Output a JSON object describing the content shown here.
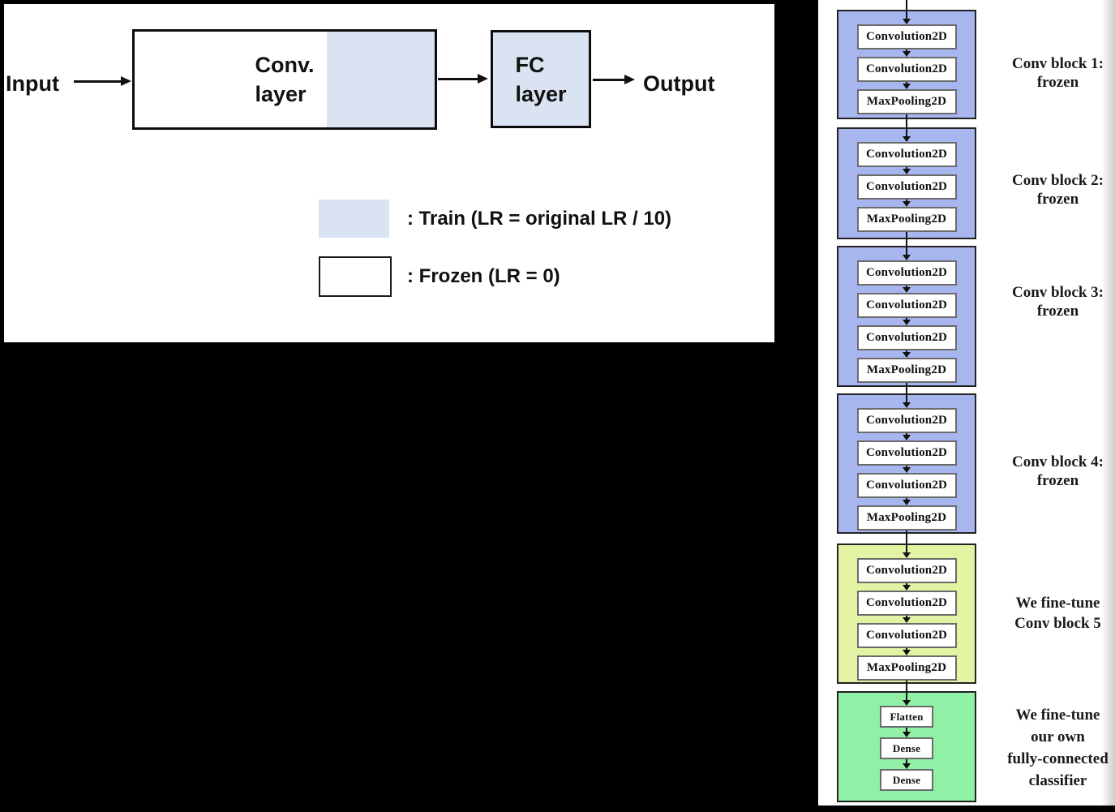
{
  "left_panel": {
    "input_label": "Input",
    "output_label": "Output",
    "conv_box": {
      "line1": "Conv.",
      "line2": "layer"
    },
    "fc_box": {
      "line1": "FC",
      "line2": "layer"
    },
    "legend": {
      "train": {
        "label": ": Train (LR = original LR / 10)",
        "color": "#dae3f1"
      },
      "frozen": {
        "label": ": Frozen (LR = 0)",
        "color": "#ffffff"
      }
    }
  },
  "right_panel": {
    "blocks": [
      {
        "id": "conv-block-1",
        "color": "#a8b6f0",
        "layers": [
          "Convolution2D",
          "Convolution2D",
          "MaxPooling2D"
        ],
        "label_lines": [
          "Conv block 1:",
          "frozen"
        ]
      },
      {
        "id": "conv-block-2",
        "color": "#a8b6f0",
        "layers": [
          "Convolution2D",
          "Convolution2D",
          "MaxPooling2D"
        ],
        "label_lines": [
          "Conv block 2:",
          "frozen"
        ]
      },
      {
        "id": "conv-block-3",
        "color": "#a8b6f0",
        "layers": [
          "Convolution2D",
          "Convolution2D",
          "Convolution2D",
          "MaxPooling2D"
        ],
        "label_lines": [
          "Conv block 3:",
          "frozen"
        ]
      },
      {
        "id": "conv-block-4",
        "color": "#a8b6f0",
        "layers": [
          "Convolution2D",
          "Convolution2D",
          "Convolution2D",
          "MaxPooling2D"
        ],
        "label_lines": [
          "Conv block 4:",
          "frozen"
        ]
      },
      {
        "id": "conv-block-5",
        "color": "#e2f3a3",
        "layers": [
          "Convolution2D",
          "Convolution2D",
          "Convolution2D",
          "MaxPooling2D"
        ],
        "label_lines": [
          "We fine-tune",
          "Conv block 5"
        ]
      },
      {
        "id": "classifier-block",
        "color": "#90f0a5",
        "layers": [
          "Flatten",
          "Dense",
          "Dense"
        ],
        "label_lines": [
          "We fine-tune",
          "our own",
          "fully-connected",
          "classifier"
        ]
      }
    ]
  },
  "colors": {
    "background": "#000000",
    "panel": "#ffffff",
    "train_blue": "#dae3f1",
    "frozen_conv_blue": "#a8b6f0",
    "finetune_lime": "#e2f3a3",
    "classifier_green": "#90f0a5"
  }
}
